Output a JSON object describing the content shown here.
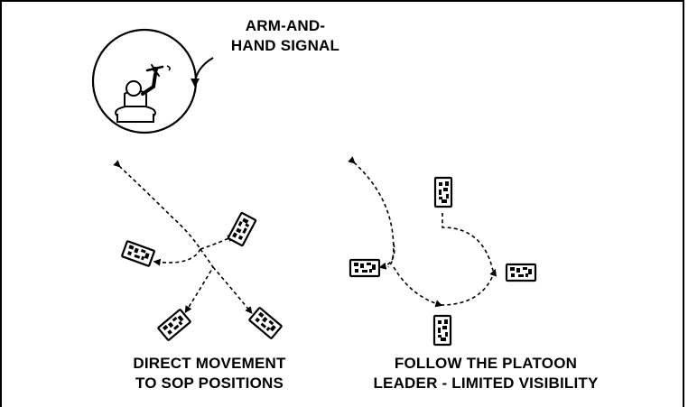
{
  "signal_label": [
    "ARM-AND-",
    "HAND SIGNAL"
  ],
  "left_caption": [
    "DIRECT MOVEMENT",
    "TO SOP POSITIONS"
  ],
  "right_caption": [
    "FOLLOW THE PLATOON",
    "LEADER - LIMITED VISIBILITY"
  ],
  "colors": {
    "ink": "#000000",
    "background": "#ffffff"
  }
}
